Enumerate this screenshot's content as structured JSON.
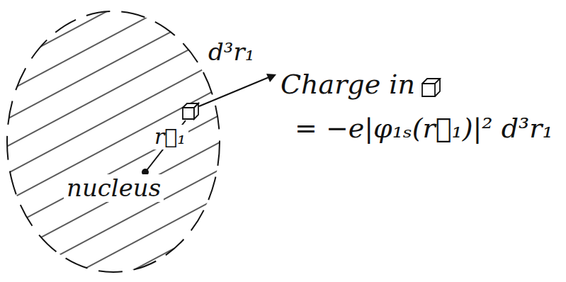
{
  "diagram": {
    "labels": [
      "d³r₁",
      "Charge in",
      "r⃗₁",
      "= −e|φ₁ₛ(r⃗₁)|² d³r₁",
      "nucleus"
    ]
  }
}
